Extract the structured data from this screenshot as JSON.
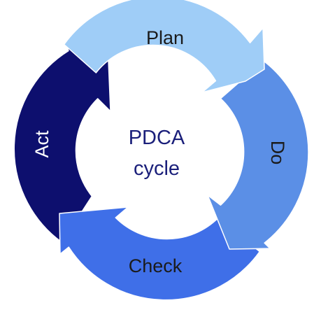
{
  "center": {
    "line1": "PDCA",
    "line2": "cycle",
    "color": "#1a1f7a"
  },
  "stages": [
    {
      "key": "plan",
      "label": "Plan",
      "fill": "#9fcdf7",
      "label_color": "#1b1b1b"
    },
    {
      "key": "do",
      "label": "Do",
      "fill": "#5b8fe6",
      "label_color": "#1b1b1b"
    },
    {
      "key": "check",
      "label": "Check",
      "fill": "#3f6fe8",
      "label_color": "#1b1b1b"
    },
    {
      "key": "act",
      "label": "Act",
      "fill": "#0d0f6e",
      "label_color": "#ffffff"
    }
  ],
  "stroke_color": "#ffffff"
}
